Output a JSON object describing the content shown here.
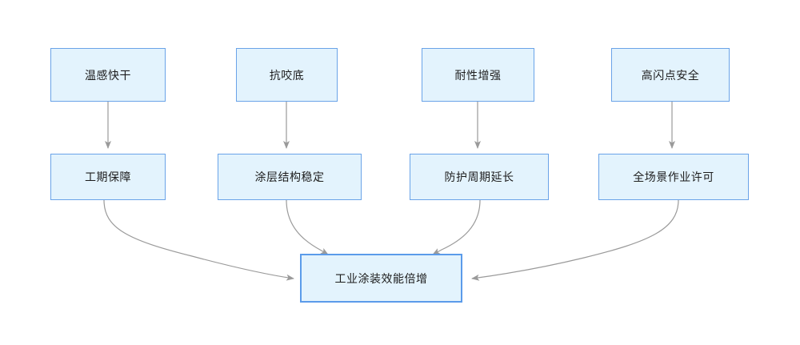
{
  "diagram": {
    "type": "flowchart",
    "direction": "top-to-bottom-converging",
    "background_color": "#ffffff",
    "node_fill_color": "#e3f3fd",
    "node_border_color": "#6aa3e8",
    "goal_border_color": "#5b9bea",
    "edge_color": "#9a9a9a",
    "columns": [
      {
        "feature": "温感快干",
        "benefit": "工期保障"
      },
      {
        "feature": "抗咬底",
        "benefit": "涂层结构稳定"
      },
      {
        "feature": "耐性增强",
        "benefit": "防护周期延长"
      },
      {
        "feature": "高闪点安全",
        "benefit": "全场景作业许可"
      }
    ],
    "goal": "工业涂装效能倍增",
    "edges": [
      {
        "from": "温感快干",
        "to": "工期保障",
        "style": "straight-arrow"
      },
      {
        "from": "抗咬底",
        "to": "涂层结构稳定",
        "style": "straight-arrow"
      },
      {
        "from": "耐性增强",
        "to": "防护周期延长",
        "style": "straight-arrow"
      },
      {
        "from": "高闪点安全",
        "to": "全场景作业许可",
        "style": "straight-arrow"
      },
      {
        "from": "工期保障",
        "to": "工业涂装效能倍增",
        "style": "curved-arrow"
      },
      {
        "from": "涂层结构稳定",
        "to": "工业涂装效能倍增",
        "style": "curved-arrow"
      },
      {
        "from": "防护周期延长",
        "to": "工业涂装效能倍增",
        "style": "curved-arrow"
      },
      {
        "from": "全场景作业许可",
        "to": "工业涂装效能倍增",
        "style": "curved-arrow"
      }
    ]
  }
}
